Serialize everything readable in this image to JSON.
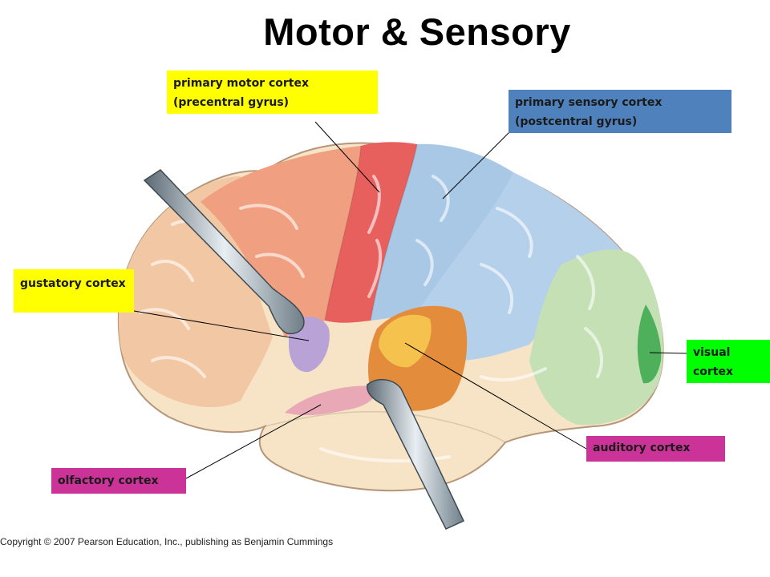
{
  "title": "Motor & Sensory",
  "labels": {
    "motor": {
      "lines": [
        "primary motor cortex",
        "(precentral gyrus)"
      ],
      "color": "#ffff00"
    },
    "sensory": {
      "lines": [
        "primary sensory cortex",
        "(postcentral gyrus)"
      ],
      "color": "#4f81bd"
    },
    "gustatory": {
      "lines": [
        "gustatory cortex"
      ],
      "color": "#ffff00"
    },
    "visual": {
      "lines": [
        "visual",
        "cortex"
      ],
      "color": "#00ff00"
    },
    "auditory": {
      "lines": [
        "auditory cortex"
      ],
      "color": "#cc3399"
    },
    "olfactory": {
      "lines": [
        "olfactory cortex"
      ],
      "color": "#cc3399"
    }
  },
  "regions": {
    "frontal": "#f2c8a4",
    "premotor": "#f0a081",
    "motor": "#e8605e",
    "sensory": "#a8c8e6",
    "parietal": "#b5d0ea",
    "occipital": "#c4e0b4",
    "visual": "#4fb05c",
    "auditory": "#e38d3c",
    "auditory_inner": "#f5c24e",
    "gustatory": "#b9a2d6",
    "olfactory": "#e9a8b6",
    "temporal": "#f7e4c6",
    "retractor": "#7b8a95"
  },
  "copyright": "Copyright © 2007 Pearson Education, Inc., publishing as Benjamin Cummings"
}
